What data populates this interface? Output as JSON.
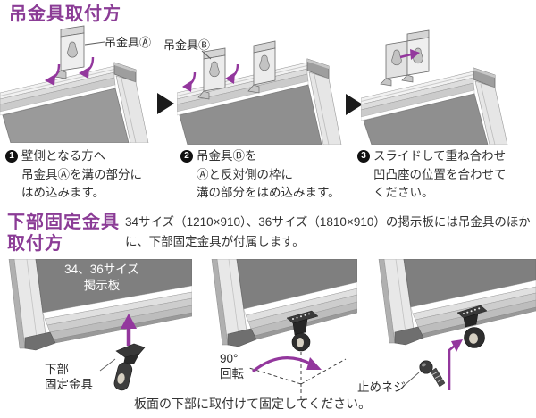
{
  "colors": {
    "heading_purple": "#8b3c96",
    "arrow_purple": "#93379d",
    "board_gray_top": "#9a9a9a",
    "board_gray_bottom": "#7f7f7f",
    "frame_light": "#ececec",
    "hardware_dark": "#2e2e2e",
    "text": "#333333"
  },
  "section_hanging": {
    "title": "吊金具取付方",
    "labels": {
      "bracket_a": "吊金具Ⓐ",
      "bracket_b": "吊金具Ⓑ"
    },
    "steps": [
      {
        "num": "1",
        "text": "壁側となる方へ\n吊金具Ⓐを溝の部分に\nはめ込みます。"
      },
      {
        "num": "2",
        "text": "吊金具Ⓑを\nⒶと反対側の枠に\n溝の部分をはめ込みます。"
      },
      {
        "num": "3",
        "text": "スライドして重ね合わせ\n凹凸座の位置を合わせて\nください。"
      }
    ]
  },
  "section_bottom": {
    "title": "下部固定金具\n取付方",
    "intro": "34サイズ（1210×910）、36サイズ（1810×910）の掲示板には吊金具のほかに、下部固定金具が付属します。",
    "labels": {
      "board": "34、36サイズ\n掲示板",
      "part": "下部\n固定金具",
      "rotate": "90°\n回転",
      "screw": "止めネジ"
    },
    "footer": "板面の下部に取付けて固定してください。"
  }
}
